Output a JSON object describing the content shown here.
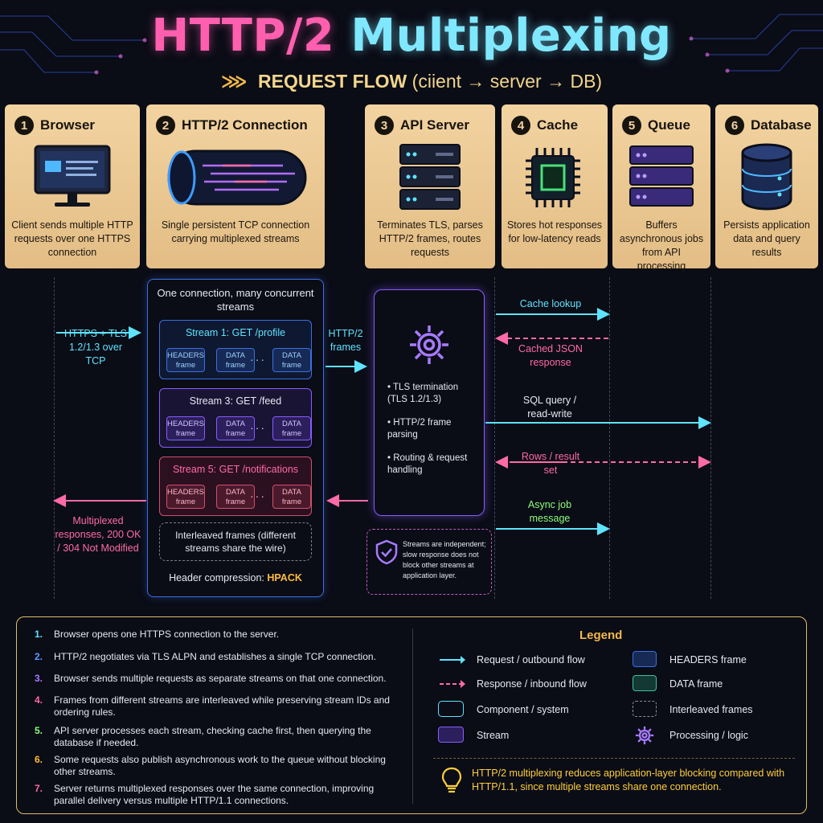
{
  "title": {
    "part1": "HTTP/2",
    "part2": "Multiplexing"
  },
  "subtitle": {
    "chevrons": "⋙",
    "lead": "REQUEST FLOW",
    "rest": "(ciient → server → DB)"
  },
  "components": [
    {
      "num": "1",
      "name": "Browser",
      "icon": "monitor-icon",
      "desc": "Client sends multiple HTTP requests over one HTTPS connection"
    },
    {
      "num": "2",
      "name": "HTTP/2 Connection",
      "icon": "pipe-icon",
      "desc": "Single persistent TCP connection carrying multiplexed streams"
    },
    {
      "num": "3",
      "name": "API Server",
      "icon": "server-rack-icon",
      "desc": "Terminates TLS, parses HTTP/2 frames, routes requests"
    },
    {
      "num": "4",
      "name": "Cache",
      "icon": "chip-icon",
      "desc": "Stores hot responses for low-latency reads"
    },
    {
      "num": "5",
      "name": "Queue",
      "icon": "queue-stack-icon",
      "desc": "Buffers asynchronous jobs from API processing"
    },
    {
      "num": "6",
      "name": "Database",
      "icon": "database-icon",
      "desc": "Persists application data and query results"
    }
  ],
  "flow": {
    "client_request": "HTTPS + TLS 1.2/1.3 over TCP",
    "http2_frames": "HTTP/2 frames",
    "client_response": "Multiplexed responses, 200 OK / 304 Not Modified",
    "cache_lookup": "Cache lookup",
    "cached_json": "Cached JSON response",
    "sql_query": "SQL query / read-write",
    "rows": "Rows / result set",
    "async_job": "Async job message"
  },
  "connection": {
    "title": "One connection, many concurrent streams",
    "streams": [
      {
        "name": "Stream 1: GET /profile",
        "headers": "HEADERS frame",
        "data1": "DATA frame",
        "data2": "DATA frame",
        "dots": "···"
      },
      {
        "name": "Stream 3: GET /feed",
        "headers": "HEADERS frame",
        "data1": "DATA frame",
        "data2": "DATA frame",
        "dots": "···"
      },
      {
        "name": "Stream 5: GET /notifications",
        "headers": "HEADERS frame",
        "data1": "DATA frame",
        "data2": "DATA frame",
        "dots": "···"
      }
    ],
    "interleaved": "Interleaved frames (different streams share the wire)",
    "hpack_label": "Header compression:",
    "hpack_value": "HPACK"
  },
  "api": {
    "bullets": [
      "TLS termination (TLS 1.2/1.3)",
      "HTTP/2 frame parsing",
      "Routing & request handling"
    ],
    "bullet_mark": "•"
  },
  "note": "Streams are independent; slow response does not block other streams at application layer.",
  "steps": [
    {
      "n": "1.",
      "text": "Browser opens one HTTPS connection to the server.",
      "color": "#5fe4ff"
    },
    {
      "n": "2.",
      "text": "HTTP/2 negotiates via TLS ALPN and establishes a single TCP connection.",
      "color": "#5f9bff"
    },
    {
      "n": "3.",
      "text": "Browser sends multiple requests as separate streams on that one connection.",
      "color": "#a77bff"
    },
    {
      "n": "4.",
      "text": "Frames from different streams are interleaved while preserving stream IDs and ordering rules.",
      "color": "#ff6aa8"
    },
    {
      "n": "5.",
      "text": "API server processes each stream, checking cache first, then querying the database if needed.",
      "color": "#8dff7a"
    },
    {
      "n": "6.",
      "text": "Some requests also publish asynchronous work to the queue without blocking other streams.",
      "color": "#ffbd3a"
    },
    {
      "n": "7.",
      "text": "Server returns multiplexed responses over the same connection, improving parallel delivery versus multiple HTTP/1.1 connections.",
      "color": "#ff6aa8"
    }
  ],
  "legend": {
    "title": "Legend",
    "items": [
      {
        "label": "Request / outbound flow"
      },
      {
        "label": "HEADERS frame"
      },
      {
        "label": "Response / inbound flow"
      },
      {
        "label": "DATA frame"
      },
      {
        "label": "Component / system"
      },
      {
        "label": "Interleaved frames"
      },
      {
        "label": "Stream"
      },
      {
        "label": "Processing / logic"
      }
    ],
    "tip": "HTTP/2 multiplexing reduces application-layer blocking compared with HTTP/1.1, since multiple streams share one connection."
  },
  "colors": {
    "request": "#5fe4ff",
    "response": "#ff6aa8",
    "async": "#8dff7a",
    "headers": "#3c6fe0",
    "data": "#3fbfa0",
    "stream": "#8a5cff",
    "accent": "#f2b94a"
  }
}
